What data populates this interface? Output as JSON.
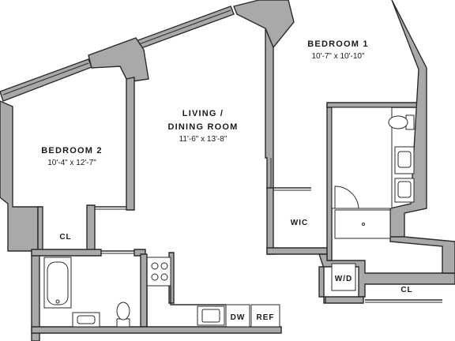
{
  "rooms": {
    "bedroom1": {
      "name": "BEDROOM 1",
      "dims": "10'-7\" x 10'-10\""
    },
    "bedroom2": {
      "name": "BEDROOM 2",
      "dims": "10'-4\" x 12'-7\""
    },
    "living": {
      "name_line1": "LIVING /",
      "name_line2": "DINING ROOM",
      "dims": "11'-6\" x 13'-8\""
    }
  },
  "labels": {
    "cl_left": "CL",
    "cl_right": "CL",
    "wic": "WIC",
    "wd": "W/D",
    "dw": "DW",
    "ref": "REF"
  },
  "colors": {
    "wall": "#a9a9a9",
    "line": "#2b2b2b"
  }
}
